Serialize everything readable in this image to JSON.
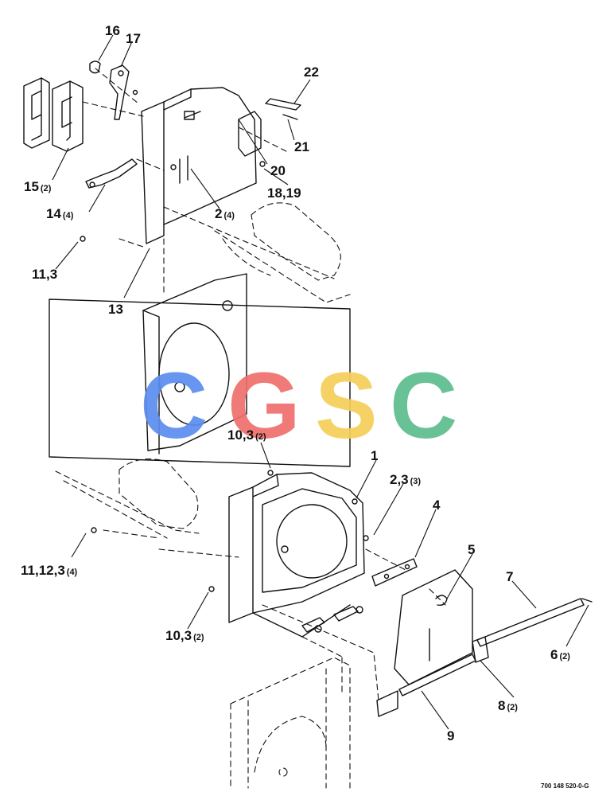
{
  "callouts": [
    {
      "id": "16",
      "text": "16",
      "qty": ""
    },
    {
      "id": "17",
      "text": "17",
      "qty": ""
    },
    {
      "id": "22",
      "text": "22",
      "qty": ""
    },
    {
      "id": "15",
      "text": "15",
      "qty": "(2)"
    },
    {
      "id": "21",
      "text": "21",
      "qty": ""
    },
    {
      "id": "20",
      "text": "20",
      "qty": ""
    },
    {
      "id": "18-19",
      "text": "18,19",
      "qty": ""
    },
    {
      "id": "14",
      "text": "14",
      "qty": "(4)"
    },
    {
      "id": "2a",
      "text": "2",
      "qty": "(4)"
    },
    {
      "id": "11-3",
      "text": "11,3",
      "qty": ""
    },
    {
      "id": "13",
      "text": "13",
      "qty": ""
    },
    {
      "id": "10-3a",
      "text": "10,3",
      "qty": "(2)"
    },
    {
      "id": "1",
      "text": "1",
      "qty": ""
    },
    {
      "id": "2-3",
      "text": "2,3",
      "qty": "(3)"
    },
    {
      "id": "4",
      "text": "4",
      "qty": ""
    },
    {
      "id": "5",
      "text": "5",
      "qty": ""
    },
    {
      "id": "7",
      "text": "7",
      "qty": ""
    },
    {
      "id": "11-12-3",
      "text": "11,12,3",
      "qty": "(4)"
    },
    {
      "id": "6",
      "text": "6",
      "qty": "(2)"
    },
    {
      "id": "10-3b",
      "text": "10,3",
      "qty": "(2)"
    },
    {
      "id": "8",
      "text": "8",
      "qty": "(2)"
    },
    {
      "id": "9",
      "text": "9",
      "qty": ""
    }
  ],
  "watermark": {
    "letters": [
      "C",
      "G",
      "S",
      "C"
    ],
    "colors": [
      "#5b8def",
      "#ef6f6c",
      "#f6cf5a",
      "#5dbd8e"
    ]
  },
  "drawing_ref": "700 148 520-0-G"
}
